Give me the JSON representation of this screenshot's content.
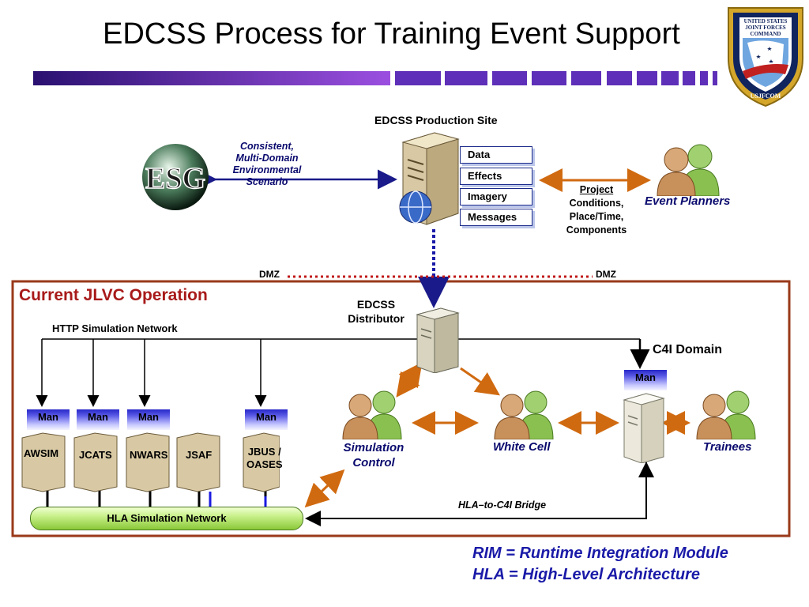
{
  "title": "EDCSS Process for Training Event Support",
  "seal": {
    "text": "UNITED STATES JOINT FORCES COMMAND",
    "ring": "USJFCOM"
  },
  "esg_logo": "ESG",
  "scenario_label": [
    "Consistent,",
    "Multi-Domain",
    "Environmental",
    "Scenario"
  ],
  "production_site": {
    "label": "EDCSS Production Site",
    "items": [
      "Data",
      "Effects",
      "Imagery",
      "Messages"
    ]
  },
  "project_label": {
    "underlined": "Project",
    "lines": [
      "Conditions,",
      "Place/Time,",
      "Components"
    ]
  },
  "event_planners": "Event Planners",
  "dmz_left": "DMZ",
  "dmz_right": "DMZ",
  "jlvc_title": "Current JLVC Operation",
  "distributor_label": [
    "EDCSS",
    "Distributor"
  ],
  "http_network": "HTTP Simulation Network",
  "c4i_domain": "C4I Domain",
  "man_label": "Man",
  "sim_servers": [
    "AWSIM",
    "JCATS",
    "NWARS",
    "JSAF",
    "JBUS /\nOASES"
  ],
  "simulation_control": [
    "Simulation",
    "Control"
  ],
  "white_cell": "White Cell",
  "trainees": "Trainees",
  "bridge_label": "HLA–to-C4I Bridge",
  "hla_network": "HLA Simulation Network",
  "legend": [
    "RIM = Runtime Integration Module",
    "HLA = High-Level Architecture"
  ]
}
